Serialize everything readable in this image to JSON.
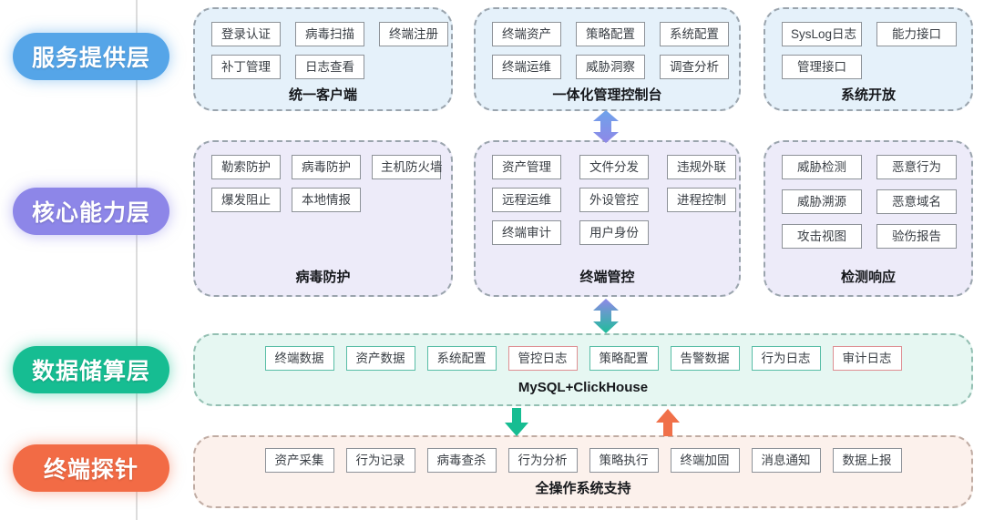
{
  "layers": {
    "service": {
      "label": "服务提供层",
      "color": "#55a5e8"
    },
    "core": {
      "label": "核心能力层",
      "color": "#8d86e8"
    },
    "data": {
      "label": "数据储算层",
      "color": "#16bd92"
    },
    "probe": {
      "label": "终端探针",
      "color": "#f26b45"
    }
  },
  "panels": {
    "client": {
      "title": "统一客户端",
      "items": [
        "登录认证",
        "病毒扫描",
        "终端注册",
        "补丁管理",
        "日志查看"
      ]
    },
    "console": {
      "title": "一体化管理控制台",
      "items": [
        "终端资产",
        "策略配置",
        "系统配置",
        "终端运维",
        "威胁洞察",
        "调查分析"
      ]
    },
    "open_api": {
      "title": "系统开放",
      "items": [
        "SysLog日志",
        "能力接口",
        "管理接口"
      ]
    },
    "antivirus": {
      "title": "病毒防护",
      "items": [
        "勒索防护",
        "病毒防护",
        "主机防火墙",
        "爆发阻止",
        "本地情报"
      ]
    },
    "endpoint_control": {
      "title": "终端管控",
      "items": [
        "资产管理",
        "文件分发",
        "违规外联",
        "远程运维",
        "外设管控",
        "进程控制",
        "终端审计",
        "用户身份"
      ]
    },
    "detection": {
      "title": "检测响应",
      "items": [
        "威胁检测",
        "恶意行为",
        "威胁溯源",
        "恶意域名",
        "攻击视图",
        "验伤报告"
      ]
    },
    "storage": {
      "title": "MySQL+ClickHouse",
      "items": [
        "终端数据",
        "资产数据",
        "系统配置",
        "管控日志",
        "策略配置",
        "告警数据",
        "行为日志",
        "审计日志"
      ]
    },
    "agent": {
      "title": "全操作系统支持",
      "items": [
        "资产采集",
        "行为记录",
        "病毒查杀",
        "行为分析",
        "策略执行",
        "终端加固",
        "消息通知",
        "数据上报"
      ]
    }
  },
  "accents": {
    "box_border_gray": "#8d9298",
    "box_border_teal": "#58bda6",
    "box_border_red": "#de8f93",
    "panel_fill_blue": "#e5f1fa",
    "panel_fill_purple": "#edebf9",
    "panel_fill_mint": "#e6f7f2",
    "panel_fill_peach": "#fcf1ec",
    "arrow_top_gradient": "#6ea3ea→#8f88e8",
    "arrow_mid_gradient": "#8f88e8→#1fbd9a",
    "arrow_down_color": "#17bd92",
    "arrow_up_color": "#f07049"
  }
}
